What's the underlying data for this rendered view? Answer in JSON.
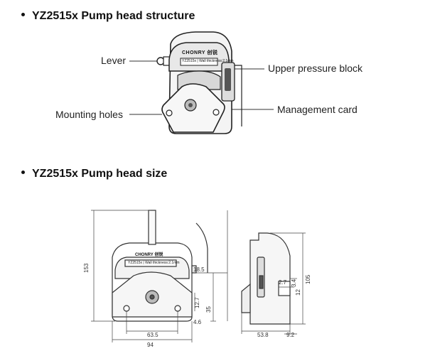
{
  "section1": {
    "title": "YZ2515x Pump head structure"
  },
  "section2": {
    "title": "YZ2515x Pump head size"
  },
  "callouts": {
    "lever": "Lever",
    "upper_pressure_block": "Upper pressure block",
    "mounting_holes": "Mounting holes",
    "management_card": "Management card"
  },
  "product": {
    "brand": "CHONRY",
    "brand_cn": "创锐",
    "model": "YZ2515x",
    "label_note": "Wall thickness:2.1mm"
  },
  "dimensions": {
    "height_total": "153",
    "width_total": "94",
    "hole_spacing": "63.5",
    "hole_offset": "4.6",
    "hole_height": "35",
    "hole_gap": "12.7",
    "lever_offset": "18.5",
    "side_height": "105",
    "side_depth": "53.8",
    "side_flange": "9.2",
    "side_a": "2.7",
    "side_b": "3.4",
    "side_c": "12"
  }
}
